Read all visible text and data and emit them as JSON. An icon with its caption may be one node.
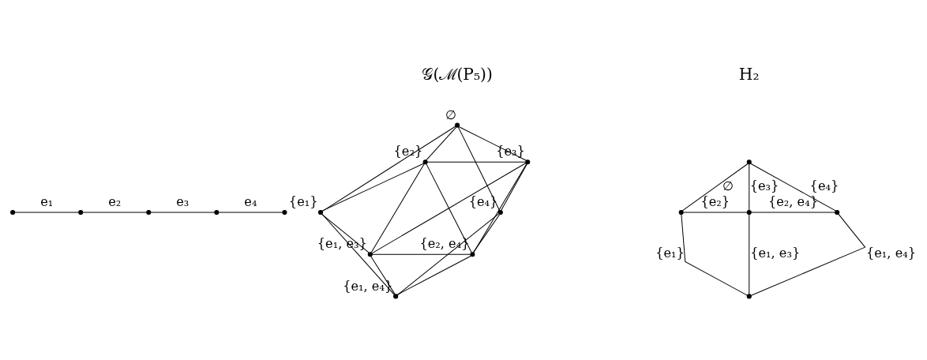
{
  "diagram": {
    "nodes": [
      {
        "text": [],
        "shape": "circle"
      },
      {
        "text": [],
        "shape": "circle"
      },
      {
        "text": [],
        "shape": "circle"
      },
      {
        "text": [],
        "shape": "circle"
      },
      {
        "text": [],
        "shape": "circle"
      },
      {
        "text": [],
        "shape": "circle",
        "beside": [
          "∅"
        ]
      },
      {
        "text": [],
        "shape": "circle",
        "beside": [
          "{e₂}"
        ]
      },
      {
        "text": [],
        "shape": "circle",
        "beside": [
          "{e₃}"
        ]
      },
      {
        "text": [],
        "shape": "circle",
        "beside": [
          "{e₁}"
        ]
      },
      {
        "text": [],
        "shape": "circle",
        "beside": [
          "{e₄}"
        ]
      },
      {
        "text": [],
        "shape": "circle",
        "beside": [
          "{e₁, e₃}"
        ]
      },
      {
        "text": [],
        "shape": "circle",
        "beside": [
          "{e₂, e₄}"
        ]
      },
      {
        "text": [],
        "shape": "circle",
        "beside": [
          "{e₁, e₄}"
        ]
      },
      {
        "text": [],
        "shape": "circle"
      },
      {
        "text": [],
        "shape": "circle"
      },
      {
        "text": [],
        "shape": "circle"
      },
      {
        "text": [],
        "shape": "circle"
      },
      {
        "text": [],
        "shape": "circle"
      }
    ],
    "edges": [
      {
        "from": 0,
        "to": 1,
        "arrow": "none",
        "label": "e₁"
      },
      {
        "from": 1,
        "to": 2,
        "arrow": "none",
        "label": "e₂"
      },
      {
        "from": 2,
        "to": 3,
        "arrow": "none",
        "label": "e₃"
      },
      {
        "from": 3,
        "to": 4,
        "arrow": "none",
        "label": "e₄"
      },
      {
        "from": 5,
        "to": 6,
        "arrow": "none"
      },
      {
        "from": 5,
        "to": 7,
        "arrow": "none"
      },
      {
        "from": 5,
        "to": 8,
        "arrow": "none"
      },
      {
        "from": 5,
        "to": 9,
        "arrow": "none"
      },
      {
        "from": 6,
        "to": 7,
        "arrow": "none"
      },
      {
        "from": 6,
        "to": 8,
        "arrow": "none"
      },
      {
        "from": 6,
        "to": 10,
        "arrow": "none"
      },
      {
        "from": 6,
        "to": 11,
        "arrow": "none"
      },
      {
        "from": 7,
        "to": 9,
        "arrow": "none"
      },
      {
        "from": 7,
        "to": 11,
        "arrow": "none"
      },
      {
        "from": 7,
        "to": 10,
        "arrow": "none"
      },
      {
        "from": 8,
        "to": 10,
        "arrow": "none"
      },
      {
        "from": 8,
        "to": 12,
        "arrow": "none"
      },
      {
        "from": 9,
        "to": 11,
        "arrow": "none"
      },
      {
        "from": 9,
        "to": 12,
        "arrow": "none"
      },
      {
        "from": 10,
        "to": 11,
        "arrow": "none"
      },
      {
        "from": 10,
        "to": 12,
        "arrow": "none"
      },
      {
        "from": 11,
        "to": 12,
        "arrow": "none"
      },
      {
        "from": 13,
        "to": 14,
        "arrow": "none",
        "label": "∅"
      },
      {
        "from": 13,
        "to": 15,
        "arrow": "none",
        "label": "{e₃}"
      },
      {
        "from": 13,
        "to": 16,
        "arrow": "none",
        "label": "{e₄}"
      },
      {
        "from": 14,
        "to": 15,
        "arrow": "none",
        "label": "{e₂}"
      },
      {
        "from": 15,
        "to": 16,
        "arrow": "none",
        "label": "{e₂, e₄}"
      },
      {
        "from": 14,
        "to": 17,
        "arrow": "none",
        "label": "{e₁}"
      },
      {
        "from": 15,
        "to": 17,
        "arrow": "none",
        "label": "{e₁, e₃}"
      },
      {
        "from": 16,
        "to": 17,
        "arrow": "none",
        "label": "{e₁, e₄}"
      }
    ],
    "labels": [
      "𝒢(ℳ(P₅))",
      "H₂"
    ]
  }
}
